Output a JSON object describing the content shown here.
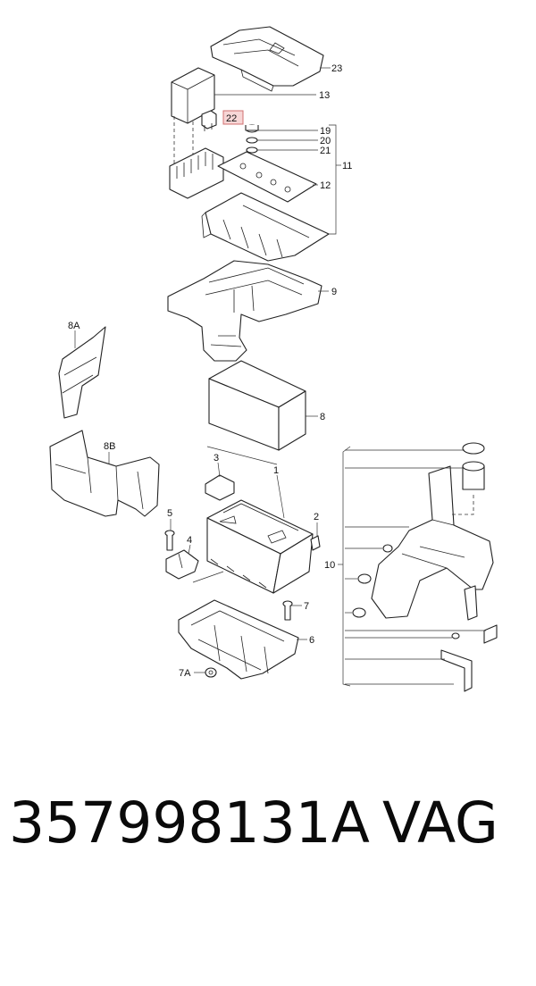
{
  "diagram": {
    "callouts": {
      "c23": "23",
      "c13": "13",
      "c22": "22",
      "c19": "19",
      "c20": "20",
      "c21": "21",
      "c11": "11",
      "c12": "12",
      "c9": "9",
      "c8A": "8A",
      "c8": "8",
      "c8B": "8B",
      "c3": "3",
      "c1": "1",
      "c5": "5",
      "c2": "2",
      "c4": "4",
      "c10": "10",
      "c7": "7",
      "c6": "6",
      "c7A": "7A"
    },
    "highlighted_callout": "22",
    "highlight_color": "#f7d6d6"
  },
  "footer": {
    "part_number": "357998131A",
    "brand": "VAG"
  }
}
